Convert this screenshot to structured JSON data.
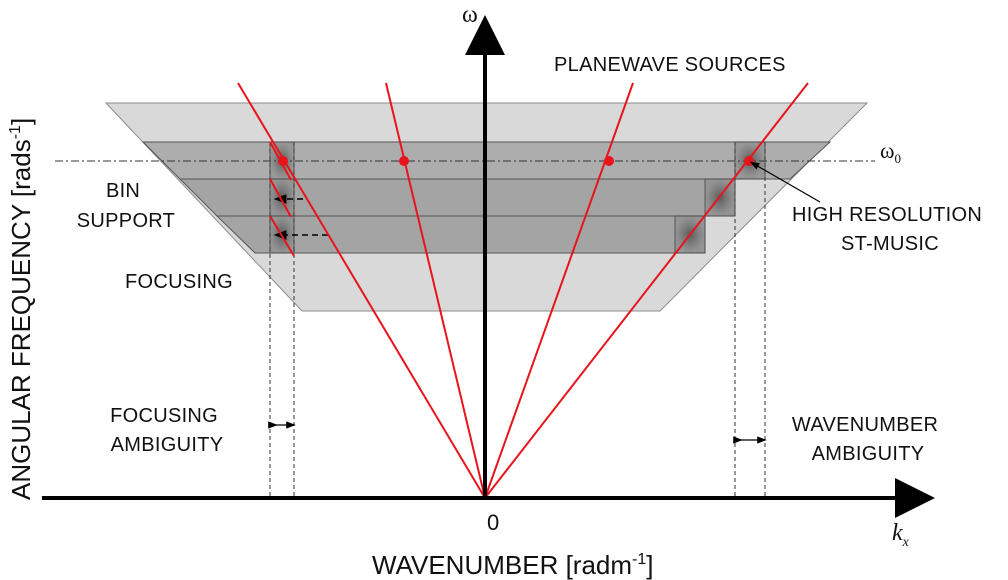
{
  "axes": {
    "y_symbol": "ω",
    "x_symbol_k": "k",
    "x_symbol_sub": "x",
    "origin": "0",
    "omega0_symbol": "ω",
    "omega0_sub": "0",
    "y_title_main": "ANGULAR FREQUENCY [rads",
    "y_title_sup": "-1",
    "y_title_end": "]",
    "x_title_main": "WAVENUMBER [radm",
    "x_title_sup": "-1",
    "x_title_end": "]"
  },
  "labels": {
    "planewave": "PLANEWAVE SOURCES",
    "bin_line1": "BIN",
    "bin_line2": "SUPPORT",
    "focusing": "FOCUSING",
    "focusing_amb_line1": "FOCUSING",
    "focusing_amb_line2": "AMBIGUITY",
    "hires_line1": "HIGH RESOLUTION",
    "hires_line2": "ST-MUSIC",
    "wn_amb_line1": "WAVENUMBER",
    "wn_amb_line2": "AMBIGUITY"
  },
  "colors": {
    "source_line": "#e8141c",
    "trapezoid_light": "#d8d8d8",
    "band_dark": "#a6a6a6"
  }
}
